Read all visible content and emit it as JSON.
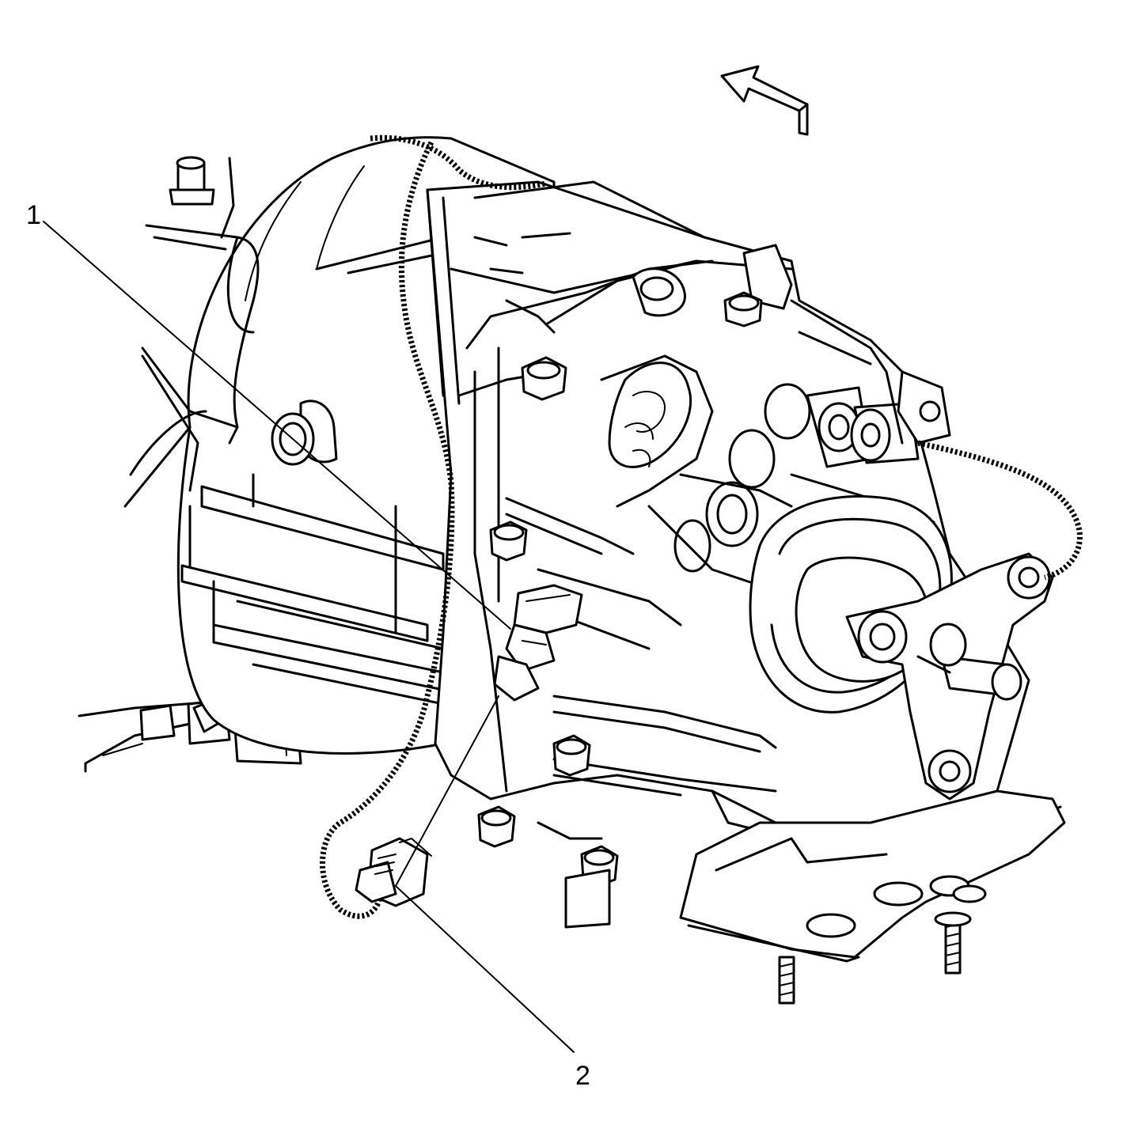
{
  "callouts": [
    {
      "id": "1",
      "label": "1"
    },
    {
      "id": "2",
      "label": "2"
    }
  ],
  "colors": {
    "ink": "#000000",
    "paper": "#ffffff"
  },
  "icons": {
    "direction": "front-direction-arrow-icon"
  }
}
